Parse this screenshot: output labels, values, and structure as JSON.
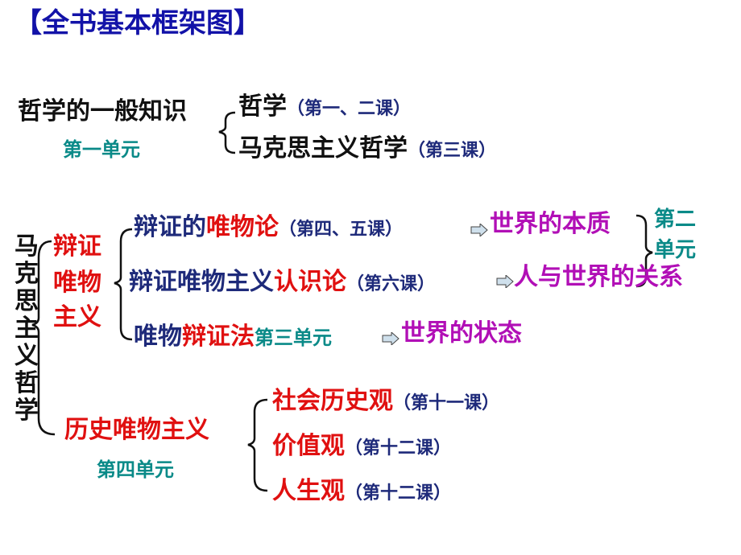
{
  "title": "【全书基本框架图】",
  "section1": {
    "root": "哲学的一般知识",
    "unit_label": "第一单元",
    "branches": [
      {
        "main": "哲学",
        "paren": "（第一、二课）"
      },
      {
        "main": "马克思主义哲学",
        "paren": "（第三课）"
      }
    ]
  },
  "section2": {
    "root_vertical": "马克思主义哲学",
    "sub1_vertical_lines": [
      "辩证",
      "唯物",
      "主义"
    ],
    "sub1_branches": {
      "b1": {
        "part1": "辩证的",
        "part2": "唯物论",
        "paren": "（第四、五课）",
        "target": "世界的本质"
      },
      "b2": {
        "part1": "辩证唯物主义",
        "part2": "认识论",
        "paren": "（第六课）",
        "target": "人与世界的关系"
      },
      "b3": {
        "part1": "唯物",
        "part2": "辩证法",
        "unit": "第三单元",
        "target": "世界的状态"
      }
    },
    "unit2_lines": [
      "第二",
      "单元"
    ],
    "sub2": {
      "label": "历史唯物主义",
      "unit_label": "第四单元",
      "branches": [
        {
          "main": "社会历史观",
          "paren": "（第十一课）"
        },
        {
          "main": "价值观",
          "paren": "（第十二课）"
        },
        {
          "main": "人生观",
          "paren": "（第十二课）"
        }
      ]
    }
  },
  "colors": {
    "title": "#1212a8",
    "navy": "#1e2a7a",
    "teal": "#0a8a88",
    "red": "#e01010",
    "magenta": "#b10fb6",
    "arrow_fill": "#cfe0ec"
  },
  "icons": [
    "right-arrow-icon"
  ]
}
